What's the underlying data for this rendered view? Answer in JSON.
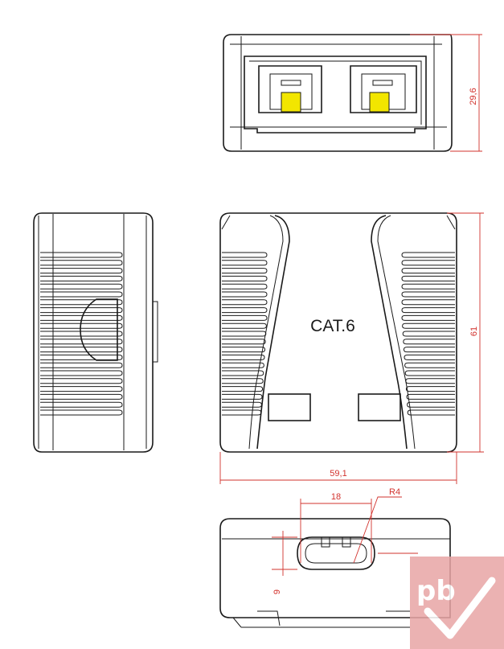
{
  "product": {
    "label": "CAT.6"
  },
  "dimensions": {
    "height": "29,6",
    "depth": "61",
    "width": "59,1",
    "port_spacing": "18",
    "radius": "R4",
    "slot_height": "9"
  },
  "watermark": {
    "text": "pb",
    "color": "#e8a5a5"
  },
  "colors": {
    "outline": "#1a1a1a",
    "dimension": "#d2332e",
    "contact": "#f2e600"
  }
}
